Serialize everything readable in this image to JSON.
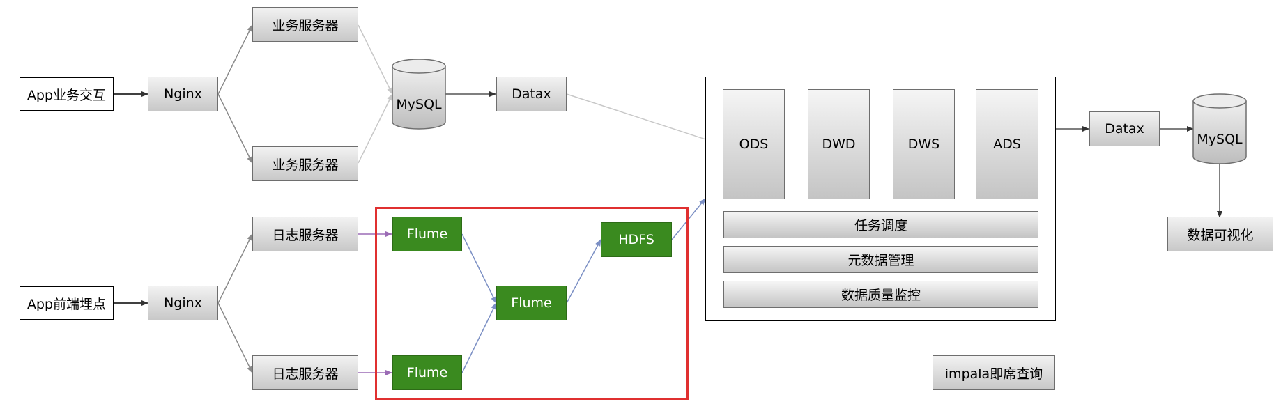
{
  "sources": {
    "app_interaction": "App业务交互",
    "app_tracking": "App前端埋点"
  },
  "proxies": {
    "nginx_top": "Nginx",
    "nginx_bottom": "Nginx"
  },
  "servers": {
    "business_1": "业务服务器",
    "business_2": "业务服务器",
    "log_1": "日志服务器",
    "log_2": "日志服务器"
  },
  "databases": {
    "mysql_source": "MySQL",
    "mysql_target": "MySQL"
  },
  "etl": {
    "datax_in": "Datax",
    "datax_out": "Datax"
  },
  "collection": {
    "flume_top": "Flume",
    "flume_middle": "Flume",
    "flume_bottom": "Flume",
    "hdfs": "HDFS"
  },
  "warehouse": {
    "layers": [
      "ODS",
      "DWD",
      "DWS",
      "ADS"
    ],
    "services": [
      "任务调度",
      "元数据管理",
      "数据质量监控"
    ]
  },
  "outputs": {
    "visualization": "数据可视化",
    "impala": "impala即席查询"
  },
  "colors": {
    "arrow_dark": "#333333",
    "arrow_gray": "#8a8a8a",
    "arrow_light": "#c8c8c8",
    "arrow_blue": "#7b8fc4",
    "arrow_purple": "#9b6bb5",
    "highlight_red": "#e03030",
    "flume_green": "#3a8a1f"
  }
}
